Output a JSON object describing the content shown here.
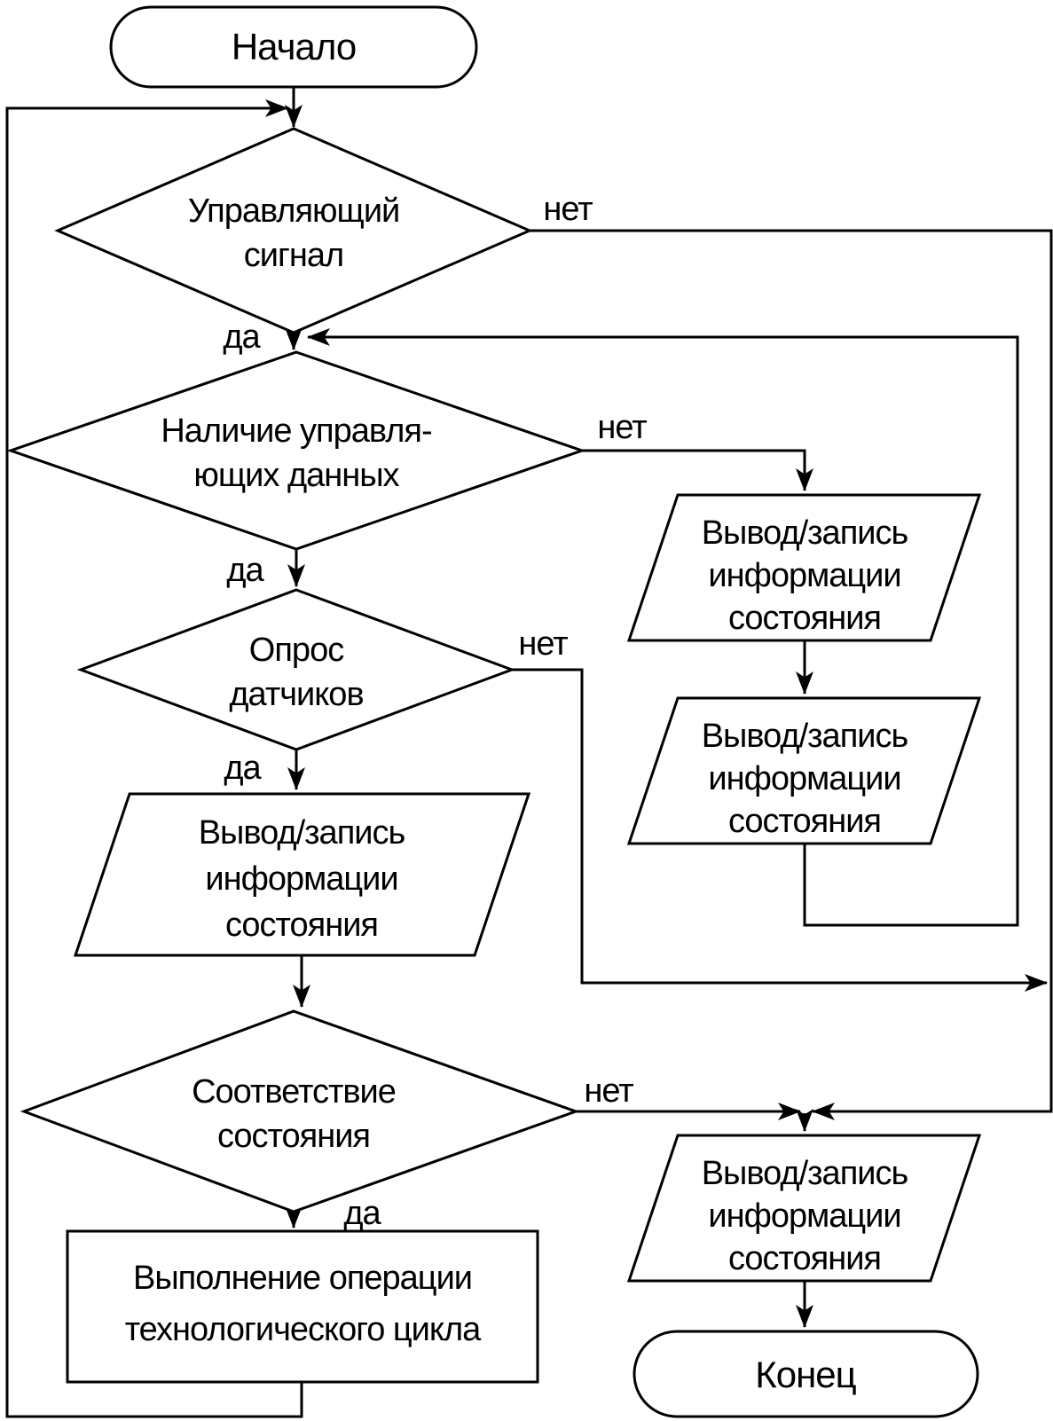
{
  "diagram": {
    "type": "flowchart",
    "language": "ru",
    "colors": {
      "background": "#ffffff",
      "line": "#000000",
      "text": "#000000"
    },
    "nodes": {
      "start": {
        "type": "terminator",
        "label": "Начало"
      },
      "decision_control_signal": {
        "type": "decision",
        "line1": "Управляющий",
        "line2": "сигнал"
      },
      "decision_control_data": {
        "type": "decision",
        "line1": "Наличие управля-",
        "line2": "ющих данных"
      },
      "decision_sensor_poll": {
        "type": "decision",
        "line1": "Опрос",
        "line2": "датчиков"
      },
      "io_state_left": {
        "type": "input-output",
        "line1": "Вывод/запись",
        "line2": "информации",
        "line3": "состояния"
      },
      "decision_state_match": {
        "type": "decision",
        "line1": "Соответствие",
        "line2": "состояния"
      },
      "process_tech_cycle": {
        "type": "process",
        "line1": "Выполнение операции",
        "line2": "технологического цикла"
      },
      "io_state_right_top": {
        "type": "input-output",
        "line1": "Вывод/запись",
        "line2": "информации",
        "line3": "состояния"
      },
      "io_state_right_mid": {
        "type": "input-output",
        "line1": "Вывод/запись",
        "line2": "информации",
        "line3": "состояния"
      },
      "io_state_bottom": {
        "type": "input-output",
        "line1": "Вывод/запись",
        "line2": "информации",
        "line3": "состояния"
      },
      "end": {
        "type": "terminator",
        "label": "Конец"
      }
    },
    "edge_labels": {
      "control_signal_yes": "да",
      "control_signal_no": "нет",
      "control_data_yes": "да",
      "control_data_no": "нет",
      "sensor_poll_yes": "да",
      "sensor_poll_no": "нет",
      "state_match_yes": "да",
      "state_match_no": "нет"
    }
  }
}
